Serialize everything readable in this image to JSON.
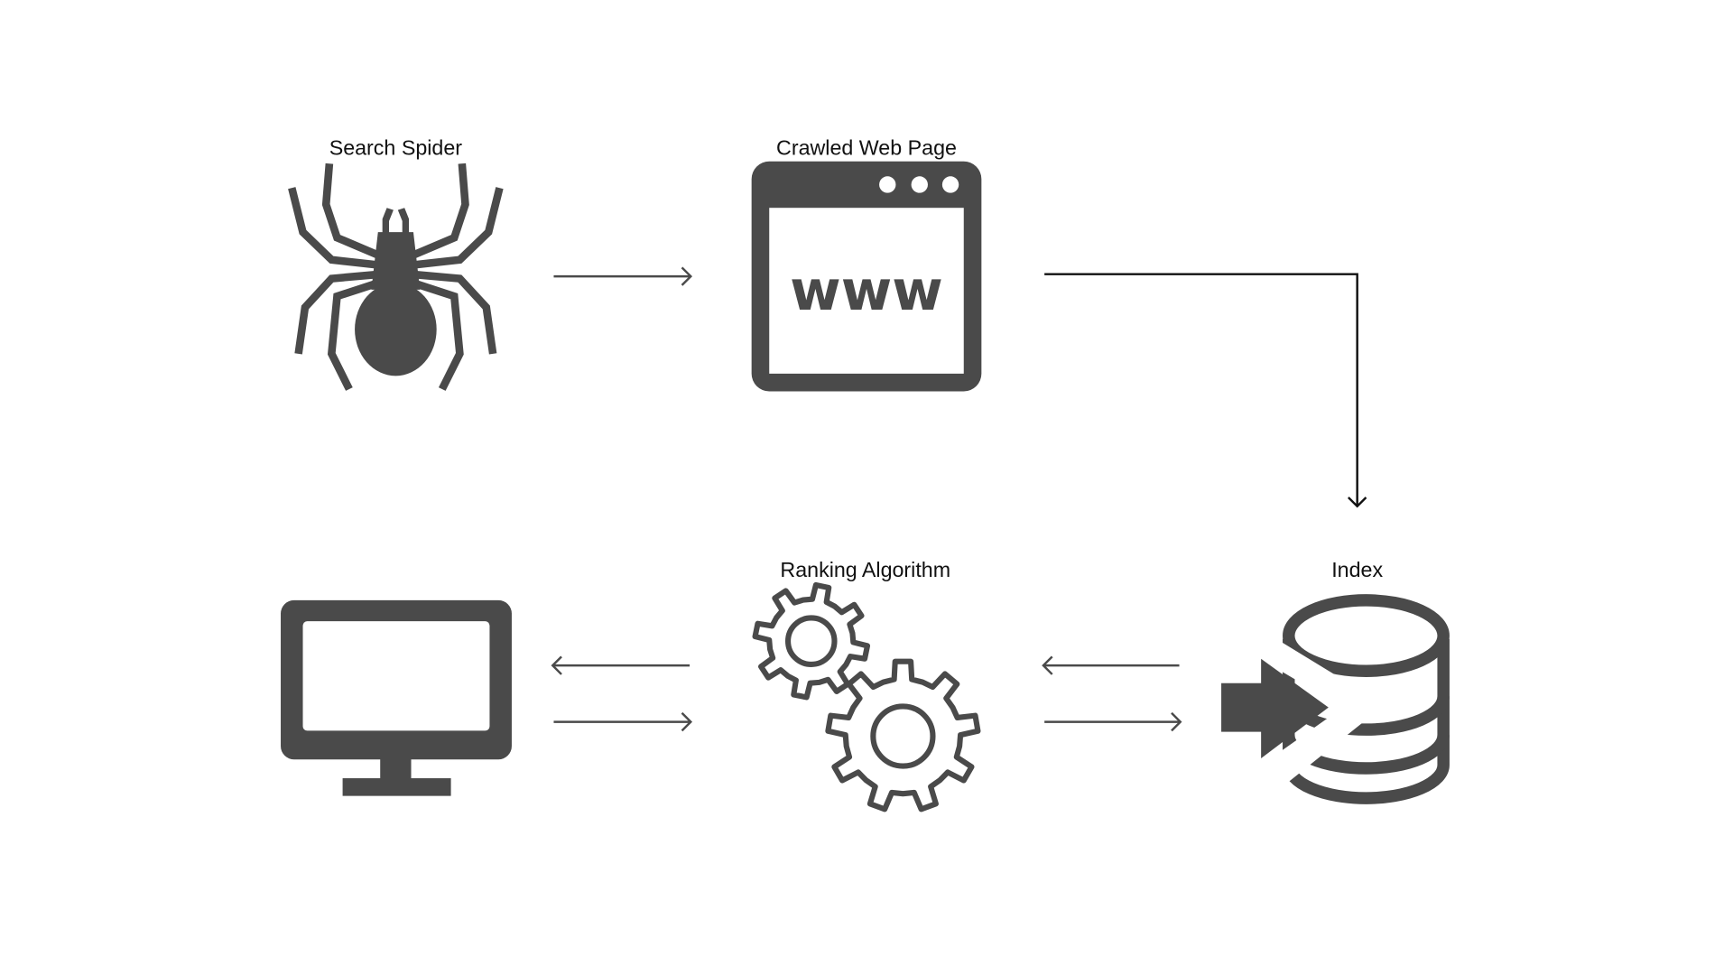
{
  "nodes": {
    "spider": {
      "label": "Search Spider"
    },
    "webpage": {
      "label": "Crawled Web Page",
      "text": "www"
    },
    "index": {
      "label": "Index"
    },
    "ranking": {
      "label": "Ranking Algorithm"
    }
  },
  "colors": {
    "icon": "#4a4a4a",
    "arrow": "#4a4a4a",
    "connector": "#111111"
  }
}
